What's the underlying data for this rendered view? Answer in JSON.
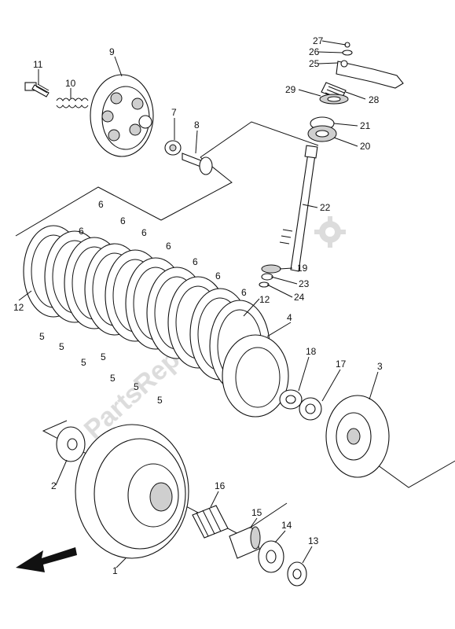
{
  "diagram": {
    "callouts": [
      "27",
      "26",
      "25",
      "29",
      "28",
      "21",
      "20",
      "22",
      "19",
      "23",
      "24",
      "11",
      "10",
      "9",
      "7",
      "8",
      "6",
      "6",
      "6",
      "6",
      "6",
      "6",
      "6",
      "6",
      "12",
      "12",
      "5",
      "5",
      "5",
      "5",
      "5",
      "5",
      "5",
      "4",
      "18",
      "17",
      "3",
      "2",
      "16",
      "15",
      "14",
      "13",
      "1"
    ],
    "watermark": "PartsRepublik",
    "direction_arrow": "front-arrow-icon"
  }
}
